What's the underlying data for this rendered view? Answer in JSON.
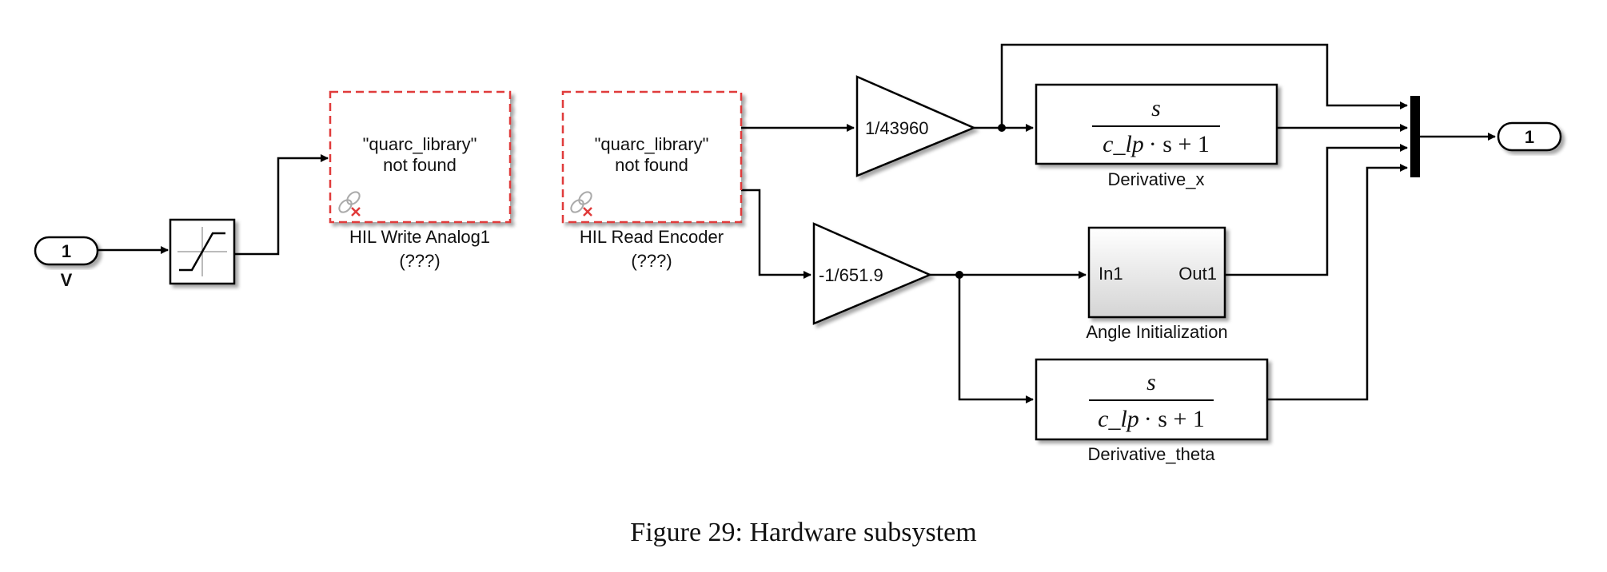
{
  "blocks": {
    "inport_v": {
      "number": "1",
      "label": "V"
    },
    "hil_write": {
      "line1": "\"quarc_library\"",
      "line2": "not found",
      "name": "HIL Write Analog1",
      "sub": "(???)"
    },
    "hil_read": {
      "line1": "\"quarc_library\"",
      "line2": "not found",
      "name": "HIL Read Encoder",
      "sub": "(???)"
    },
    "gain_x": {
      "value": "1/43960"
    },
    "gain_theta": {
      "value": "-1/651.9"
    },
    "derivative_x": {
      "numerator": "s",
      "den_var": "c_lp",
      "den_rest": "· s + 1",
      "name": "Derivative_x"
    },
    "derivative_theta": {
      "numerator": "s",
      "den_var": "c_lp",
      "den_rest": "· s + 1",
      "name": "Derivative_theta"
    },
    "angle_init": {
      "in_port": "In1",
      "out_port": "Out1",
      "name": "Angle Initialization"
    },
    "outport_1": {
      "number": "1"
    }
  },
  "caption": "Figure 29: Hardware subsystem"
}
